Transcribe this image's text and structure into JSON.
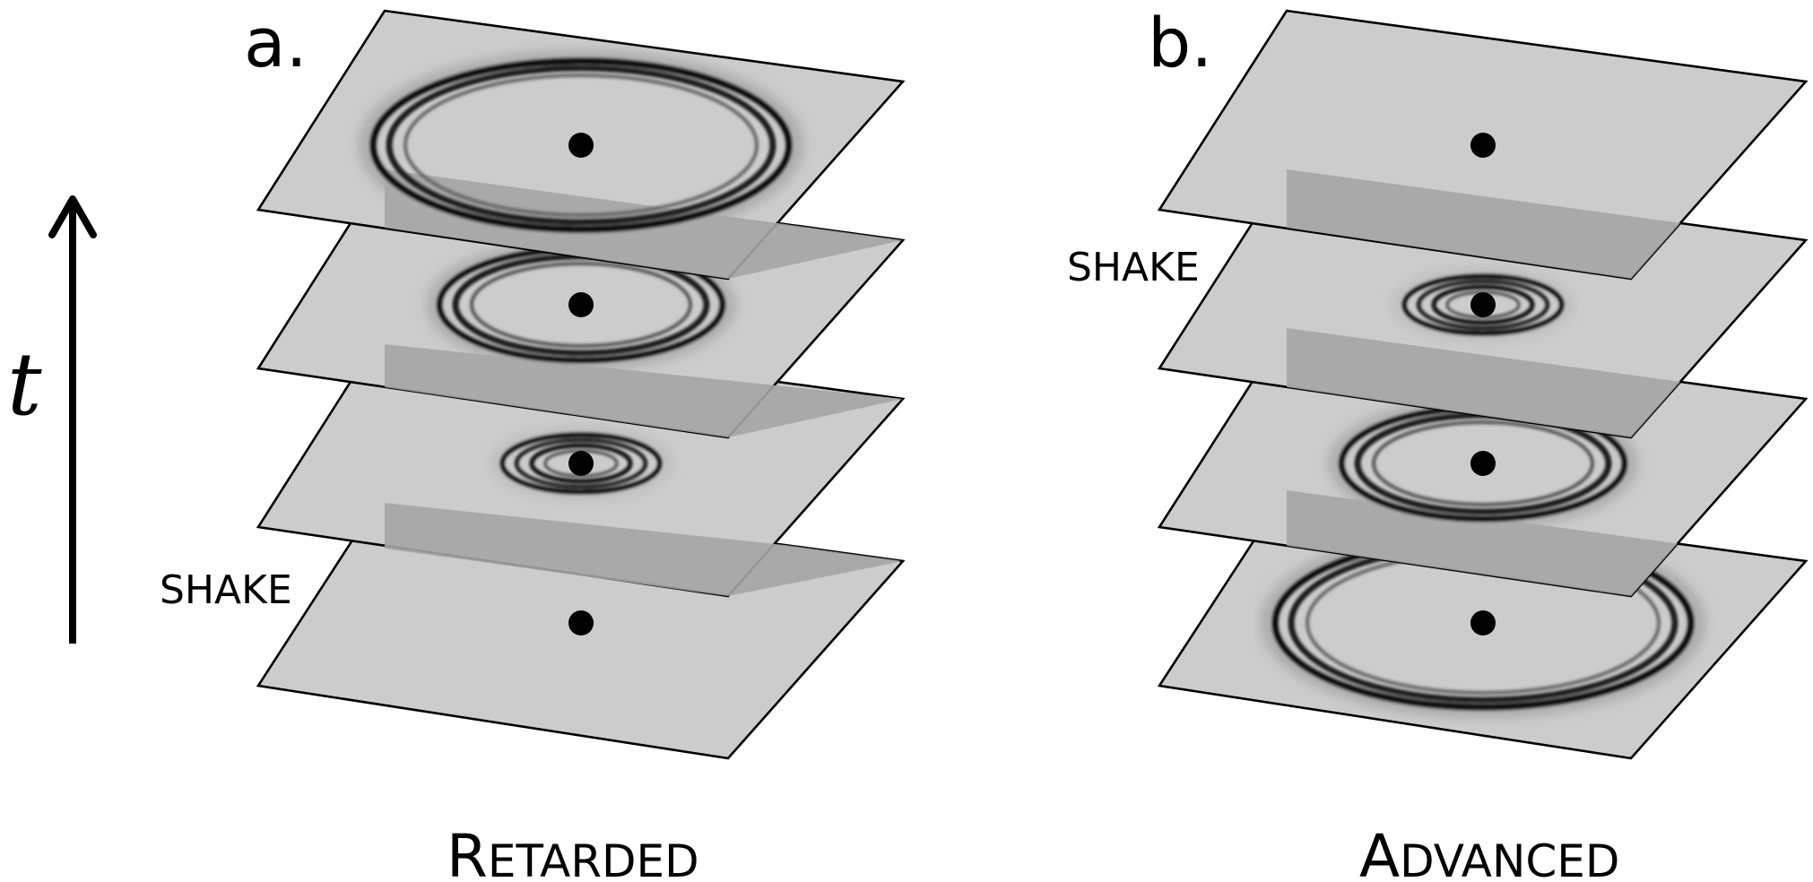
{
  "panels": [
    {
      "letter": "a.",
      "caption_first": "R",
      "caption_rest": "ETARDED",
      "shake_label": "SHAKE"
    },
    {
      "letter": "b.",
      "caption_first": "A",
      "caption_rest": "DVANCED",
      "shake_label": "SHAKE"
    }
  ],
  "time_axis": {
    "label": "t"
  },
  "colors": {
    "plane": "#cccccc",
    "overlap": "#a5a5a5",
    "ink": "#000000"
  }
}
